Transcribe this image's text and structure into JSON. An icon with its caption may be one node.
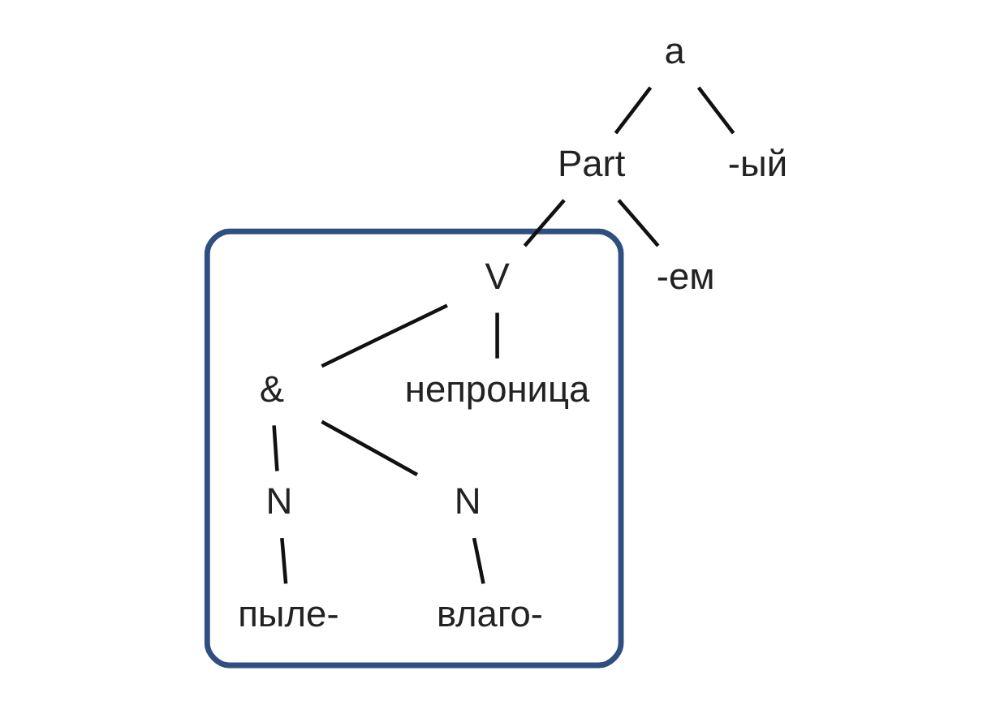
{
  "diagram": {
    "nodes": [
      {
        "text": [
          "а"
        ]
      },
      {
        "text": [
          "Part"
        ]
      },
      {
        "text": [
          "-ый"
        ]
      },
      {
        "text": [],
        "shape": "ellipse"
      },
      {
        "text": [
          "V"
        ],
        "in": 3
      },
      {
        "text": [
          "-ем"
        ]
      },
      {
        "text": [
          "&"
        ],
        "in": 3
      },
      {
        "text": [
          "непроница"
        ],
        "in": 3
      },
      {
        "text": [
          "N"
        ],
        "in": 3
      },
      {
        "text": [
          "N"
        ],
        "in": 3
      },
      {
        "text": [
          "пыле-"
        ],
        "in": 3
      },
      {
        "text": [
          "влаго-"
        ],
        "in": 3
      }
    ],
    "edges": [
      {
        "from": 0,
        "to": 1,
        "arrow": "none"
      },
      {
        "from": 0,
        "to": 2,
        "arrow": "none"
      },
      {
        "from": 1,
        "to": 4,
        "arrow": "none"
      },
      {
        "from": 1,
        "to": 5,
        "arrow": "none"
      },
      {
        "from": 4,
        "to": 6,
        "arrow": "none"
      },
      {
        "from": 4,
        "to": 7,
        "arrow": "none"
      },
      {
        "from": 6,
        "to": 8,
        "arrow": "none"
      },
      {
        "from": 6,
        "to": 9,
        "arrow": "none"
      },
      {
        "from": 8,
        "to": 10,
        "arrow": "none"
      },
      {
        "from": 9,
        "to": 11,
        "arrow": "none"
      }
    ]
  }
}
